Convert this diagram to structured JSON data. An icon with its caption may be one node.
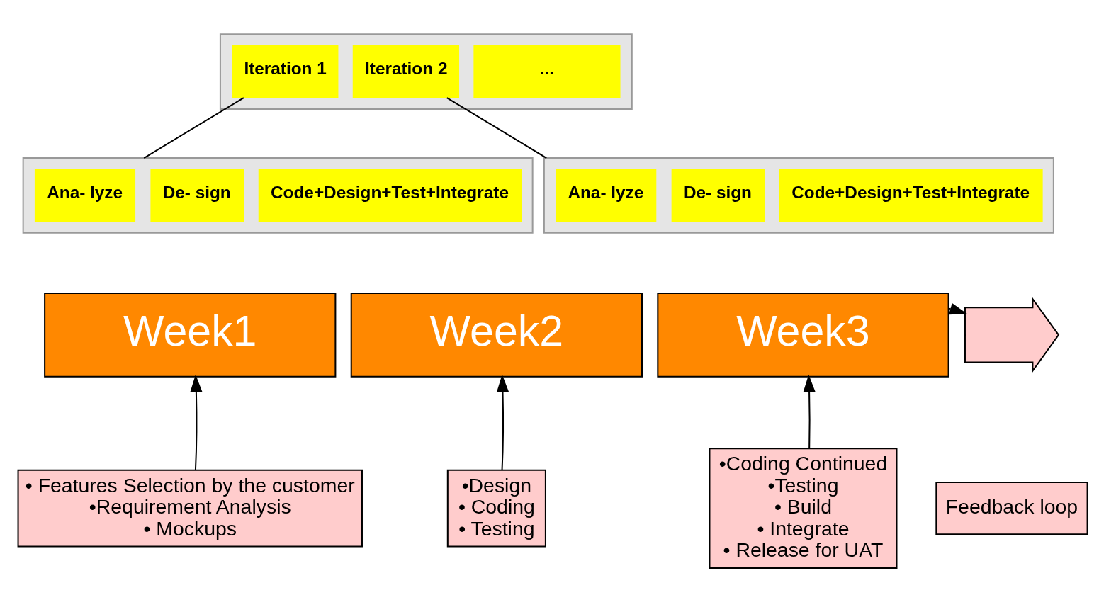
{
  "diagram": {
    "nodes": [
      {
        "text": [],
        "shape": "box"
      },
      {
        "text": [
          "Iteration 1"
        ],
        "in": 0
      },
      {
        "text": [
          "Iteration 2"
        ],
        "in": 0
      },
      {
        "text": [
          "..."
        ],
        "in": 0
      },
      {
        "text": [],
        "shape": "box"
      },
      {
        "text": [
          "Ana- lyze"
        ],
        "in": 4
      },
      {
        "text": [
          "De- sign"
        ],
        "in": 4
      },
      {
        "text": [
          "Code+Design+Test+Integrate"
        ],
        "in": 4
      },
      {
        "text": [],
        "shape": "box"
      },
      {
        "text": [
          "Ana- lyze"
        ],
        "in": 8
      },
      {
        "text": [
          "De- sign"
        ],
        "in": 8
      },
      {
        "text": [
          "Code+Design+Test+Integrate"
        ],
        "in": 8
      },
      {
        "text": [
          "Week1"
        ]
      },
      {
        "text": [
          "Week2"
        ]
      },
      {
        "text": [
          "Week3"
        ]
      },
      {
        "text": [],
        "shape": "arrow"
      },
      {
        "text": [
          "Feedback loop"
        ]
      },
      {
        "text": [
          "• Features Selection by the customer",
          "•Requirement Analysis",
          "• Mockups"
        ]
      },
      {
        "text": [
          "•Design",
          "• Coding",
          "• Testing"
        ]
      },
      {
        "text": [
          "•Coding Continued",
          "•Testing",
          "• Build",
          "• Integrate",
          "• Release for UAT"
        ]
      }
    ],
    "edges": [
      {
        "from": 1,
        "to": 4,
        "arrow": "none"
      },
      {
        "from": 2,
        "to": 8,
        "arrow": "none"
      },
      {
        "from": 17,
        "to": 12,
        "arrow": "to"
      },
      {
        "from": 18,
        "to": 13,
        "arrow": "to"
      },
      {
        "from": 19,
        "to": 14,
        "arrow": "to"
      },
      {
        "from": 14,
        "to": 15,
        "arrow": "to"
      }
    ]
  }
}
